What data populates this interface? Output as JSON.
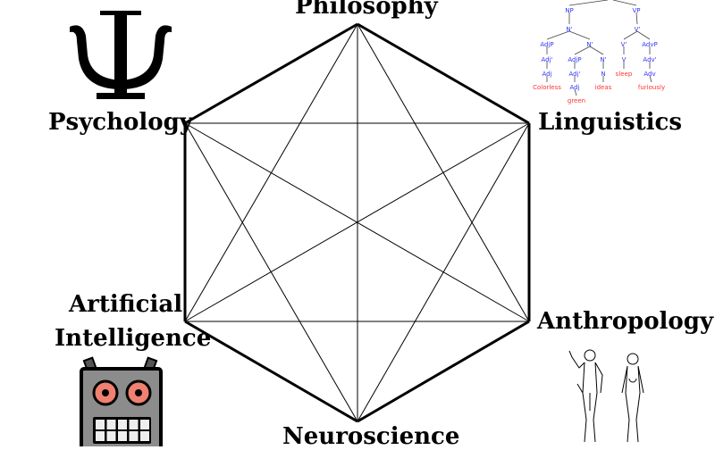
{
  "nodes": {
    "philosophy": "Philosophy",
    "linguistics": "Linguistics",
    "anthropology": "Anthropology",
    "neuroscience": "Neuroscience",
    "ai_line1": "Artificial",
    "ai_line2": "Intelligence",
    "psychology": "Psychology"
  },
  "psychology_symbol": "Ψ",
  "syntax_tree": {
    "nodes": [
      {
        "label": "NP",
        "kind": "cat"
      },
      {
        "label": "VP",
        "kind": "cat"
      },
      {
        "label": "N'",
        "kind": "cat"
      },
      {
        "label": "V'",
        "kind": "cat"
      },
      {
        "label": "AdjP",
        "kind": "cat"
      },
      {
        "label": "N'",
        "kind": "cat"
      },
      {
        "label": "V'",
        "kind": "cat"
      },
      {
        "label": "AdvP",
        "kind": "cat"
      },
      {
        "label": "Adj'",
        "kind": "cat"
      },
      {
        "label": "AdjP",
        "kind": "cat"
      },
      {
        "label": "N'",
        "kind": "cat"
      },
      {
        "label": "V",
        "kind": "cat"
      },
      {
        "label": "Adv'",
        "kind": "cat"
      },
      {
        "label": "Adj",
        "kind": "cat"
      },
      {
        "label": "Adj'",
        "kind": "cat"
      },
      {
        "label": "N",
        "kind": "cat"
      },
      {
        "label": "sleep",
        "kind": "word"
      },
      {
        "label": "Adv",
        "kind": "cat"
      },
      {
        "label": "Colorless",
        "kind": "word"
      },
      {
        "label": "Adj",
        "kind": "cat"
      },
      {
        "label": "ideas",
        "kind": "word"
      },
      {
        "label": "furiously",
        "kind": "word"
      },
      {
        "label": "green",
        "kind": "word"
      }
    ],
    "colors": {
      "category": "#3333ff",
      "word": "#ff3333"
    }
  },
  "colors": {
    "robot_body": "#8c8c8c",
    "robot_eyes": "#f08070",
    "robot_teeth": "#eeeeee"
  }
}
